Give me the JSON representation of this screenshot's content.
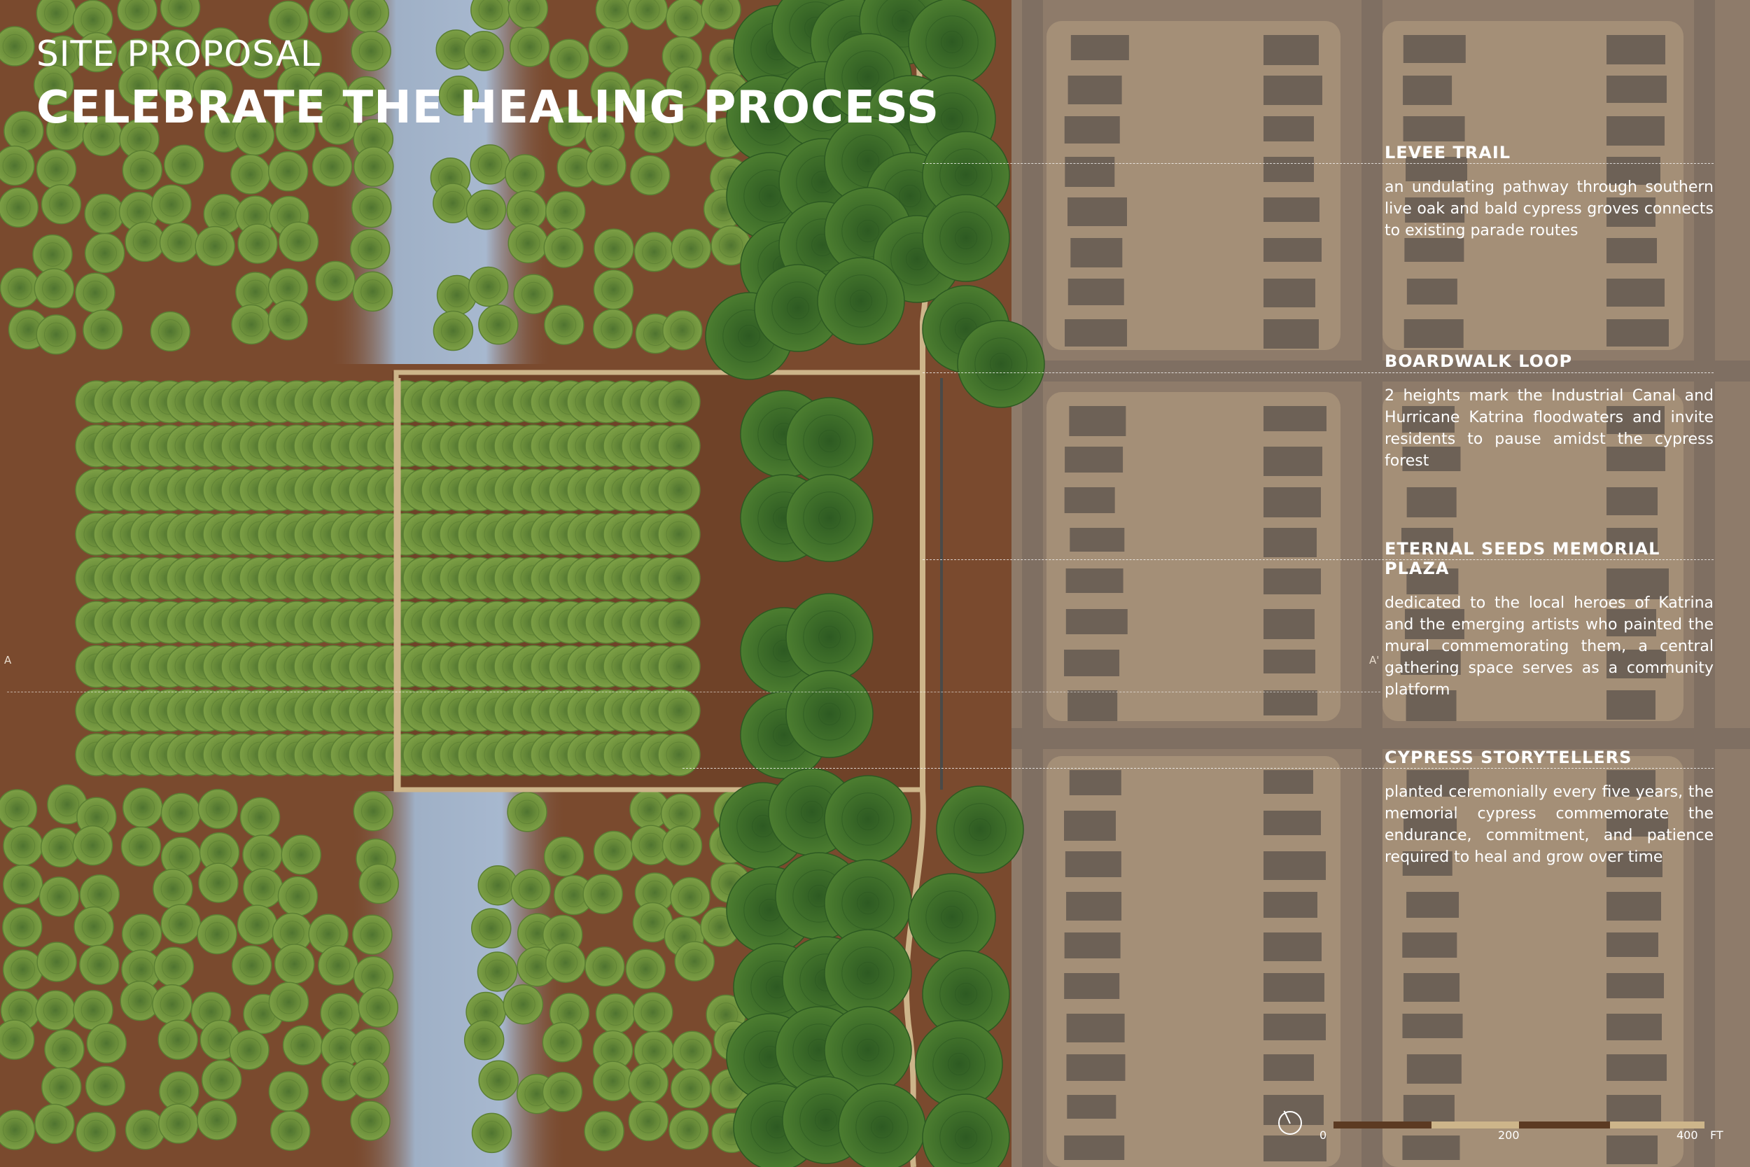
{
  "header": {
    "subtitle": "SITE PROPOSAL",
    "title": "CELEBRATE THE HEALING PROCESS"
  },
  "annotations": [
    {
      "heading": "LEVEE TRAIL",
      "body": "an undulating pathway through southern live oak and bald cypress groves connects to existing parade routes"
    },
    {
      "heading": "BOARDWALK LOOP",
      "body": "2 heights mark the Industrial Canal and Hurricane Katrina floodwaters and invite residents to pause amidst the cypress forest"
    },
    {
      "heading": "ETERNAL SEEDS MEMORIAL PLAZA",
      "body": "dedicated to the local heroes of Katrina and the emerging artists who painted the mural commemorating them, a central gathering space serves as a community platform"
    },
    {
      "heading": "CYPRESS STORYTELLERS",
      "body": "planted ceremonially every five years, the memorial cypress commemorate the endurance, commitment, and patience required to heal and grow over time"
    }
  ],
  "section_cut": {
    "start": "A",
    "end": "A'"
  },
  "scale_bar": {
    "ticks": [
      "0",
      "200",
      "400"
    ],
    "unit": "FT"
  },
  "colors": {
    "ground": "#7a4a2e",
    "water": "#9aaec7",
    "tree_light": "#6d8f3a",
    "tree_dark": "#3f6f2a",
    "path": "#cdb58a",
    "neighborhood": "#8e7b6a",
    "street": "#7f6f62",
    "lot": "#a48f77",
    "house": "#6d6156"
  },
  "icons": [
    "north-arrow-icon"
  ]
}
